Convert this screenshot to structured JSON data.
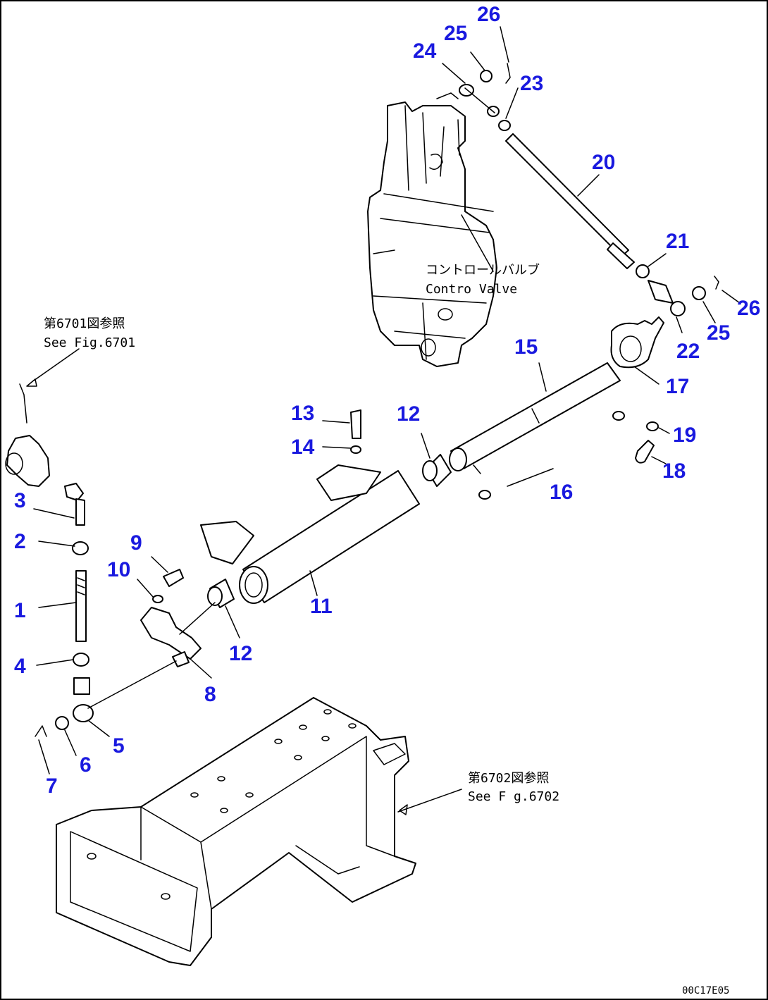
{
  "callouts": [
    {
      "id": "1",
      "text": "1"
    },
    {
      "id": "2",
      "text": "2"
    },
    {
      "id": "3",
      "text": "3"
    },
    {
      "id": "4",
      "text": "4"
    },
    {
      "id": "5",
      "text": "5"
    },
    {
      "id": "6",
      "text": "6"
    },
    {
      "id": "7",
      "text": "7"
    },
    {
      "id": "8",
      "text": "8"
    },
    {
      "id": "9",
      "text": "9"
    },
    {
      "id": "10",
      "text": "10"
    },
    {
      "id": "11",
      "text": "11"
    },
    {
      "id": "12a",
      "text": "12"
    },
    {
      "id": "12b",
      "text": "12"
    },
    {
      "id": "13",
      "text": "13"
    },
    {
      "id": "14",
      "text": "14"
    },
    {
      "id": "15",
      "text": "15"
    },
    {
      "id": "16",
      "text": "16"
    },
    {
      "id": "17",
      "text": "17"
    },
    {
      "id": "18",
      "text": "18"
    },
    {
      "id": "19",
      "text": "19"
    },
    {
      "id": "20",
      "text": "20"
    },
    {
      "id": "21",
      "text": "21"
    },
    {
      "id": "22",
      "text": "22"
    },
    {
      "id": "23",
      "text": "23"
    },
    {
      "id": "24",
      "text": "24"
    },
    {
      "id": "25a",
      "text": "25"
    },
    {
      "id": "25b",
      "text": "25"
    },
    {
      "id": "26a",
      "text": "26"
    },
    {
      "id": "26b",
      "text": "26"
    }
  ],
  "control_valve": {
    "jp": "コントロールバルブ",
    "en": "Contro  Valve"
  },
  "ref_6701": {
    "jp": "第6701図参照",
    "en": "See Fig.6701"
  },
  "ref_6702": {
    "jp": "第6702図参照",
    "en": "See F g.6702"
  },
  "drawing_code": "00C17E05",
  "colors": {
    "callout": "#1a1adf",
    "line": "#000000"
  }
}
